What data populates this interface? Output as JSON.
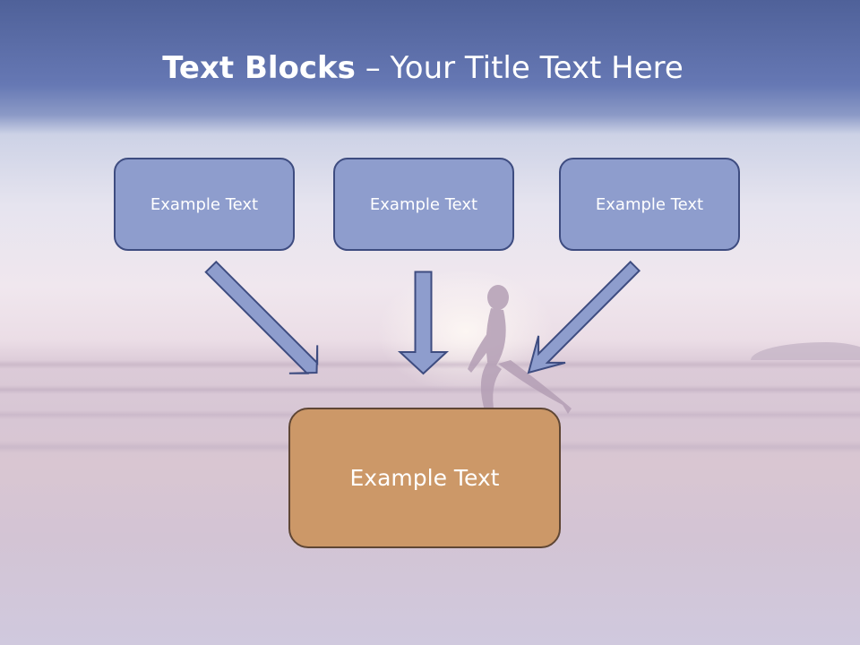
{
  "title": {
    "bold": "Text Blocks",
    "dash": " – ",
    "rest": "Your Title Text Here"
  },
  "boxes": {
    "top": [
      "Example Text",
      "Example Text",
      "Example Text"
    ],
    "bottom": "Example Text"
  },
  "colors": {
    "header_blue": "#6678b4",
    "box_fill": "#8e9dcd",
    "box_border": "#3e4c80",
    "target_fill": "#cc9868",
    "target_border": "#5f4634"
  },
  "background": {
    "scene": "beach-sunset-runner"
  }
}
